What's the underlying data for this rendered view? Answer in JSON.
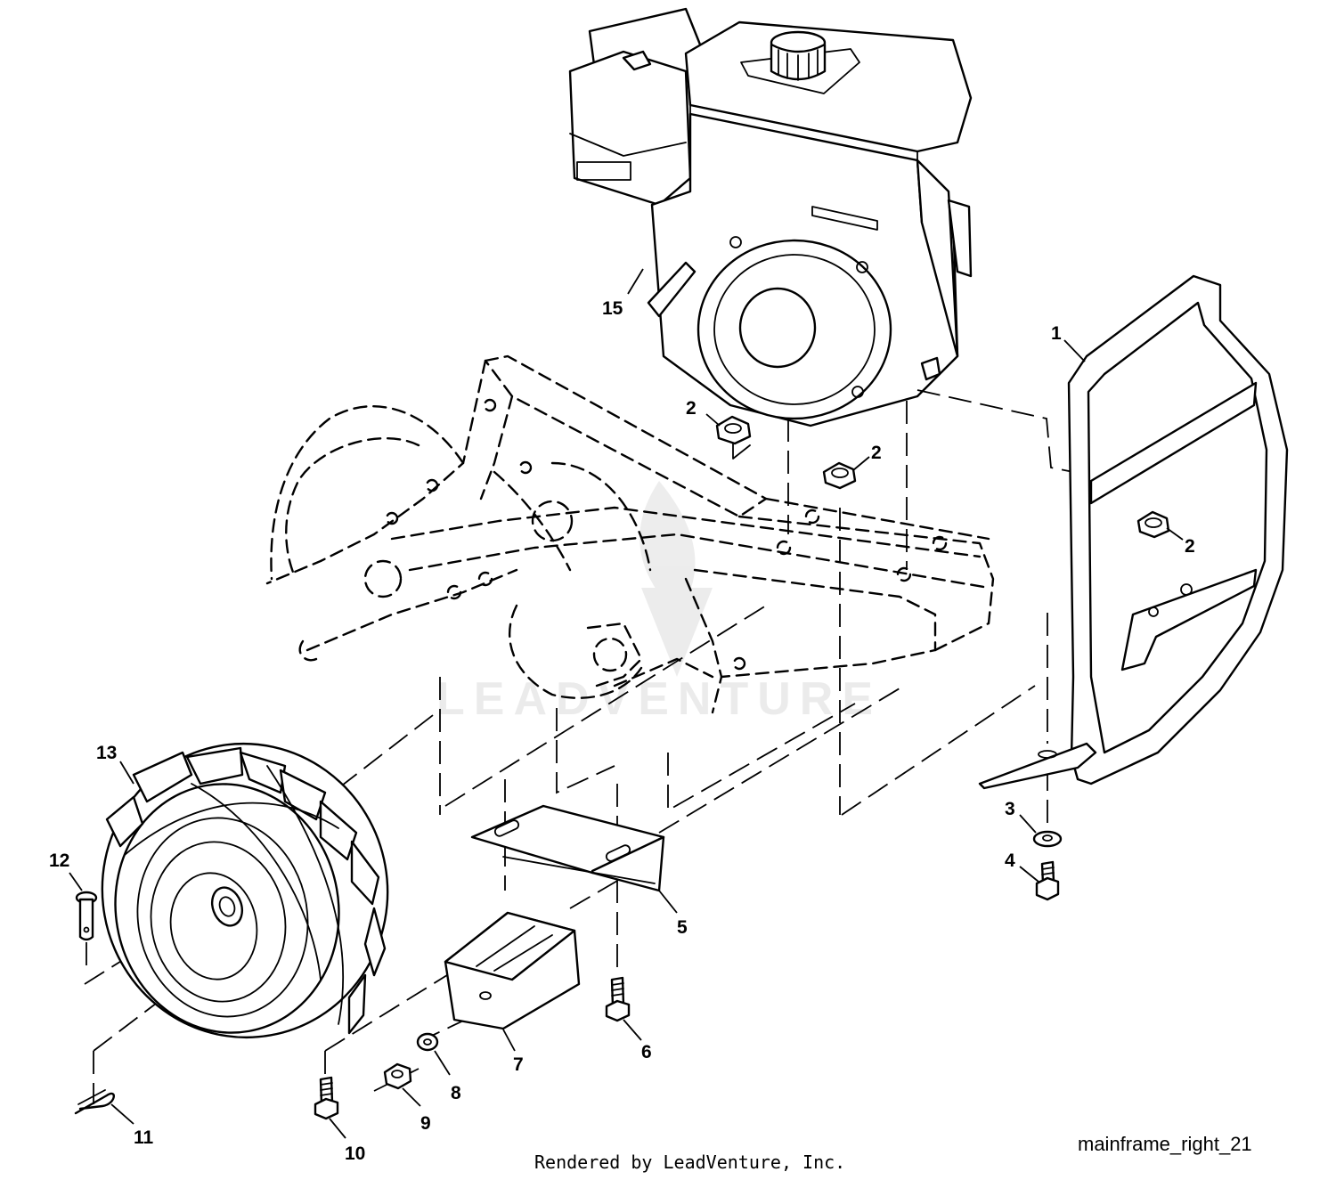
{
  "diagram": {
    "callouts": {
      "c1": "1",
      "c2a": "2",
      "c2b": "2",
      "c2c": "2",
      "c3": "3",
      "c4": "4",
      "c5": "5",
      "c6": "6",
      "c7": "7",
      "c8": "8",
      "c9": "9",
      "c10": "10",
      "c11": "11",
      "c12": "12",
      "c13": "13",
      "c15": "15"
    },
    "reference_label": "mainframe_right_21",
    "credit": "Rendered by LeadVenture, Inc.",
    "watermark": "LEADVENTURE"
  }
}
